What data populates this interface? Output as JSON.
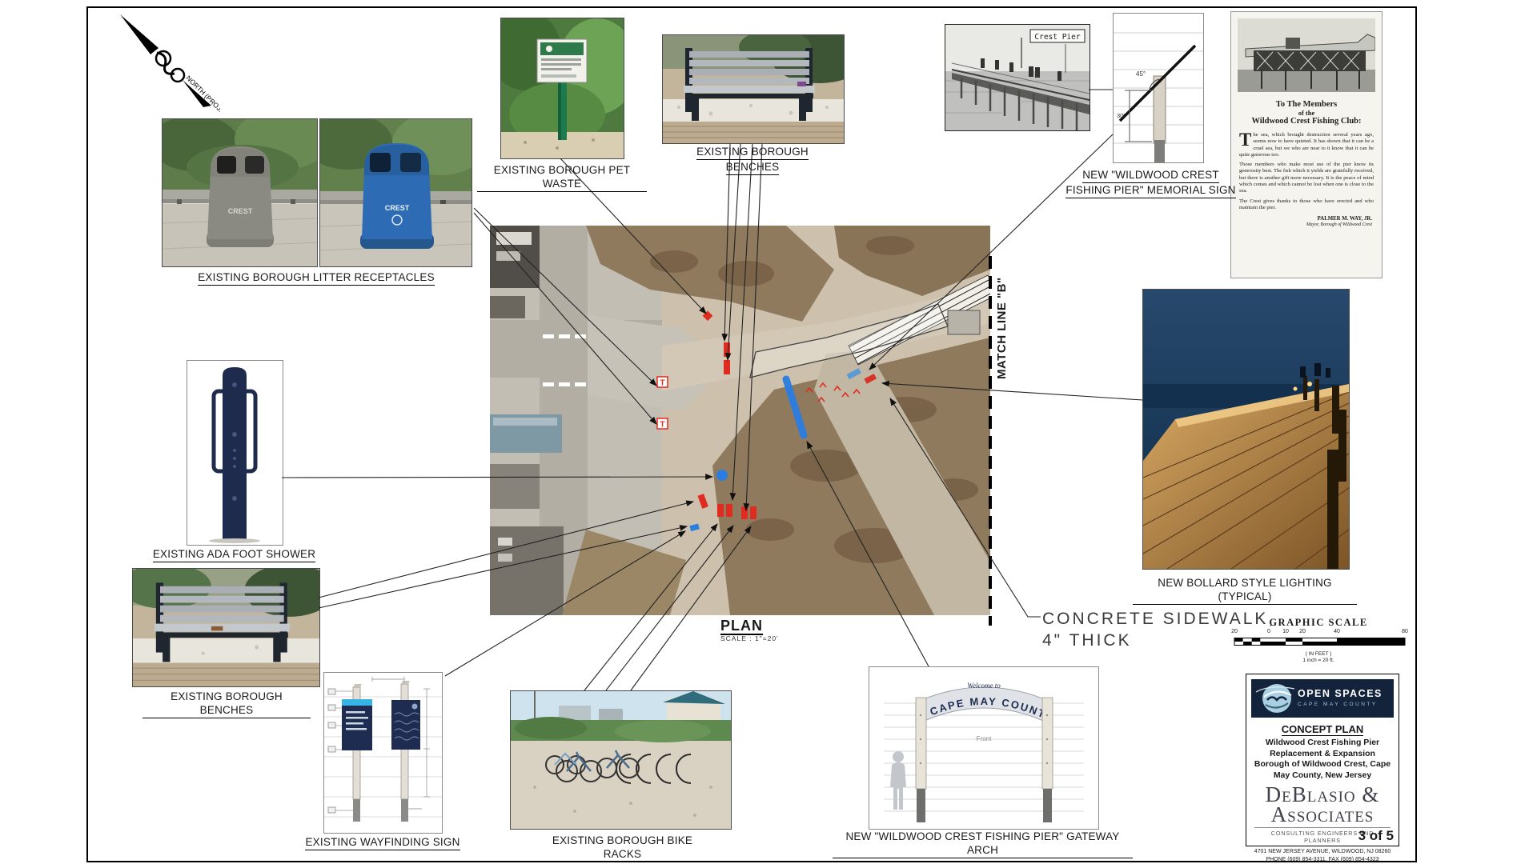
{
  "sheet": {
    "page_number": "3 of 5",
    "north_label": "NORTH (PROJ.)"
  },
  "labels": {
    "litter": "EXISTING BOROUGH LITTER RECEPTACLES",
    "pet_waste": "EXISTING BOROUGH  PET WASTE",
    "benches_top_1": "EXISTING BOROUGH",
    "benches_top_2": "BENCHES",
    "memorial_1": "NEW \"WILDWOOD CREST",
    "memorial_2": "FISHING PIER\" MEMORIAL SIGN",
    "bollard": "NEW BOLLARD STYLE LIGHTING (TYPICAL)",
    "ada": "EXISTING ADA FOOT SHOWER",
    "benches_bottom": "EXISTING BOROUGH BENCHES",
    "wayfinding": "EXISTING WAYFINDING SIGN",
    "bike_racks": "EXISTING BOROUGH BIKE RACKS",
    "gateway": "NEW \"WILDWOOD CREST FISHING PIER\" GATEWAY ARCH"
  },
  "plan": {
    "title": "PLAN",
    "scale": "SCALE : 1\"=20'",
    "match_line": "MATCH LINE \"B\"",
    "note_1": "CONCRETE SIDEWALK,",
    "note_2": "4\" THICK",
    "symbol_t": "T"
  },
  "photos": {
    "pier_caption": "Crest Pier",
    "bin_text": "CREST"
  },
  "memorial_detail": {
    "angle": "45°",
    "height": "30'"
  },
  "gateway_detail": {
    "script": "Welcome to",
    "arch": "CAPE MAY COUNTY",
    "front": "Front"
  },
  "article": {
    "heading_1": "To The Members",
    "heading_2": "of the",
    "heading_3": "Wildwood Crest Fishing Club:",
    "dropcap": "T",
    "para1": "he sea, which brought destruction several years ago, seems now to have quieted. It has shown that it can be a cruel sea, but we who are near to it know that it can be quite generous too.",
    "para2": "Those members who make most use of the pier know its generosity best. The fish which it yields are gratefully received, but there is another gift more necessary. It is the peace of mind which comes and which cannot be lost when one is close to the sea.",
    "para3": "The Crest gives thanks to those who have erected and who maintain the pier.",
    "sig_name": "PALMER M. WAY, JR.",
    "sig_title": "Mayor, Borough of Wildwood Crest"
  },
  "graphic_scale": {
    "title": "GRAPHIC SCALE",
    "ticks": [
      "20",
      "0",
      "10",
      "20",
      "40",
      "80"
    ],
    "unit": "( IN FEET )",
    "ratio": "1 inch = 20 ft."
  },
  "title_block": {
    "org_1": "OPEN SPACES",
    "org_2": "CAPE MAY COUNTY",
    "doc_title": "CONCEPT PLAN",
    "proj_1": "Wildwood Crest Fishing Pier",
    "proj_2": "Replacement & Expansion",
    "proj_3": "Borough of Wildwood Crest, Cape",
    "proj_4": "May County, New Jersey",
    "firm_1": "DeBlasio &",
    "firm_2": "Associates",
    "firm_tag": "CONSULTING ENGINEERS AND PLANNERS",
    "addr_1": "4701 NEW JERSEY AVENUE, WILDWOOD, NJ 08260",
    "addr_2": "PHONE (609) 854-3311, FAX (609) 854-4323"
  },
  "colors": {
    "navy": "#1b2a4a",
    "red": "#e02b20",
    "blue": "#2a7de1"
  }
}
